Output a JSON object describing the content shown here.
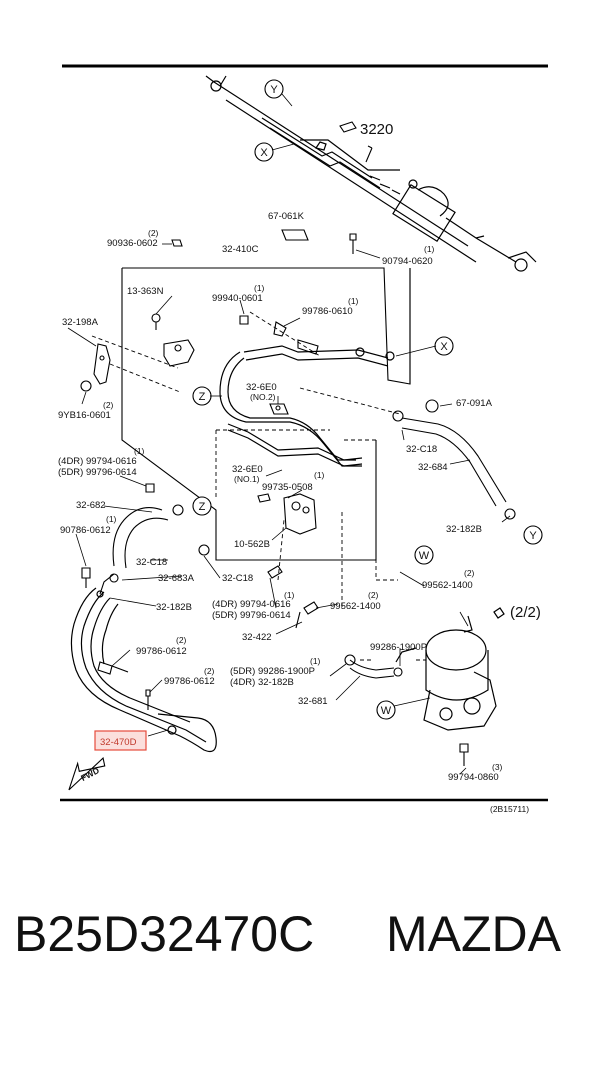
{
  "diagram": {
    "ref_code": "(2B15711)",
    "fwd_label": "FWD",
    "callouts": {
      "x": "X",
      "y": "Y",
      "z": "Z",
      "w": "W"
    },
    "highlight_color": "#e74c3c",
    "highlighted_part": "32-470D",
    "labels": {
      "p3220": "3220",
      "p67061k": "67-061K",
      "p90936": "90936-0602",
      "p90936_q": "(2)",
      "p32410c": "32-410C",
      "p90794_0620": "90794-0620",
      "p90794_0620_q": "(1)",
      "p13363n": "13-363N",
      "p99940": "99940-0601",
      "p99940_q": "(1)",
      "p99786_0610": "99786-0610",
      "p99786_0610_q": "(1)",
      "p32198a": "32-198A",
      "p326e0_2": "32-6E0",
      "p326e0_2_sub": "(NO.2)",
      "p67091a": "67-091A",
      "p9yb16": "9YB16-0601",
      "p9yb16_q": "(2)",
      "p4dr_99794_0616_a": "(4DR) 99794-0616",
      "p5dr_99796_0614_a": "(5DR) 99796-0614",
      "p4dr_a_q": "(1)",
      "p32c18_a": "32-C18",
      "p32684": "32-684",
      "p326e0_1": "32-6E0",
      "p326e0_1_sub": "(NO.1)",
      "p99735": "99735-0508",
      "p99735_q": "(1)",
      "p32682": "32-682",
      "p90786": "90786-0612",
      "p90786_q": "(1)",
      "p10562b": "10-562B",
      "p32182b_a": "32-182B",
      "p32c18_b": "32-C18",
      "p32683a": "32-683A",
      "p32c18_c": "32-C18",
      "p99562_1400_a": "99562-1400",
      "p99562_1400_a_q": "(2)",
      "p32182b_b": "32-182B",
      "p4dr_99794_0616_b": "(4DR) 99794-0616",
      "p5dr_99796_0614_b": "(5DR) 99796-0614",
      "p4dr_b_q": "(1)",
      "p99562_1400_b": "99562-1400",
      "p99562_1400_b_q": "(2)",
      "p22": "(2/2)",
      "p32422": "32-422",
      "p99786_0612_a": "99786-0612",
      "p99786_0612_a_q": "(2)",
      "p99286": "99286-1900P",
      "p5dr_99286": "(5DR) 99286-1900P",
      "p4dr_32182b": "(4DR) 32-182B",
      "p5dr_99286_q": "(1)",
      "p99786_0612_b": "99786-0612",
      "p99786_0612_b_q": "(2)",
      "p32681": "32-681",
      "p32470d": "32-470D",
      "p99794_0860": "99794-0860",
      "p99794_0860_q": "(3)"
    }
  },
  "caption": {
    "part_number": "B25D32470C",
    "brand": "MAZDA"
  }
}
